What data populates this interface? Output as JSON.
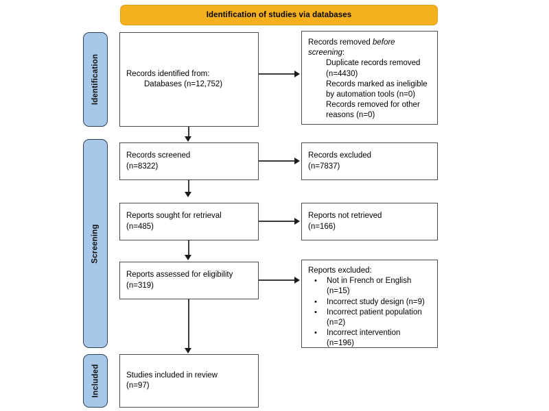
{
  "diagram": {
    "type": "prisma-flow-diagram",
    "banner": {
      "title": "Identification of studies via databases",
      "color": "#F5B01E"
    },
    "stage_color": "#A8C8EA",
    "stages": [
      {
        "id": "identification",
        "label": "Identification"
      },
      {
        "id": "screening",
        "label": "Screening"
      },
      {
        "id": "included",
        "label": "Included"
      }
    ],
    "boxes": {
      "identified": {
        "line1": "Records identified from:",
        "line2": "Databases (n=12,752)",
        "count": 12752
      },
      "removed_before_screening": {
        "heading_part1": "Records removed ",
        "heading_italic": "before screening",
        "heading_part2": ":",
        "items": [
          {
            "text": "Duplicate records removed",
            "count_line": "(n=4430)",
            "count": 4430
          },
          {
            "text": "Records marked as ineligible by automation tools (n=0)",
            "count": 0
          },
          {
            "text": "Records removed for other reasons (n=0)",
            "count": 0
          }
        ],
        "item1_line1": "Duplicate records removed",
        "item1_line2": "(n=4430)",
        "item2_line1": "Records marked as ineligible",
        "item2_line2": "by automation tools (n=0)",
        "item3_line1": "Records removed for other",
        "item3_line2": "reasons (n=0)"
      },
      "screened": {
        "line1": "Records screened",
        "line2": "(n=8322)",
        "count": 8322
      },
      "excluded": {
        "line1": "Records excluded",
        "line2": "(n=7837)",
        "count": 7837
      },
      "sought_for_retrieval": {
        "line1": "Reports sought for retrieval",
        "line2": "(n=485)",
        "count": 485
      },
      "not_retrieved": {
        "line1": "Reports not retrieved",
        "line2": "(n=166)",
        "count": 166
      },
      "assessed_for_eligibility": {
        "line1": "Reports assessed for eligibility",
        "line2": "(n=319)",
        "count": 319
      },
      "reports_excluded": {
        "heading": "Reports excluded:",
        "bullet_glyph": "•",
        "items": [
          {
            "line1": "Not in French or English",
            "line2": "(n=15)",
            "count": 15
          },
          {
            "line1": "Incorrect study design (n=9)",
            "line2": "",
            "count": 9
          },
          {
            "line1": "Incorrect patient population",
            "line2": "(n=2)",
            "count": 2
          },
          {
            "line1": "Incorrect intervention",
            "line2": "(n=196)",
            "count": 196
          }
        ]
      },
      "included_in_review": {
        "line1": "Studies included in review",
        "line2": "(n=97)",
        "count": 97
      }
    }
  }
}
